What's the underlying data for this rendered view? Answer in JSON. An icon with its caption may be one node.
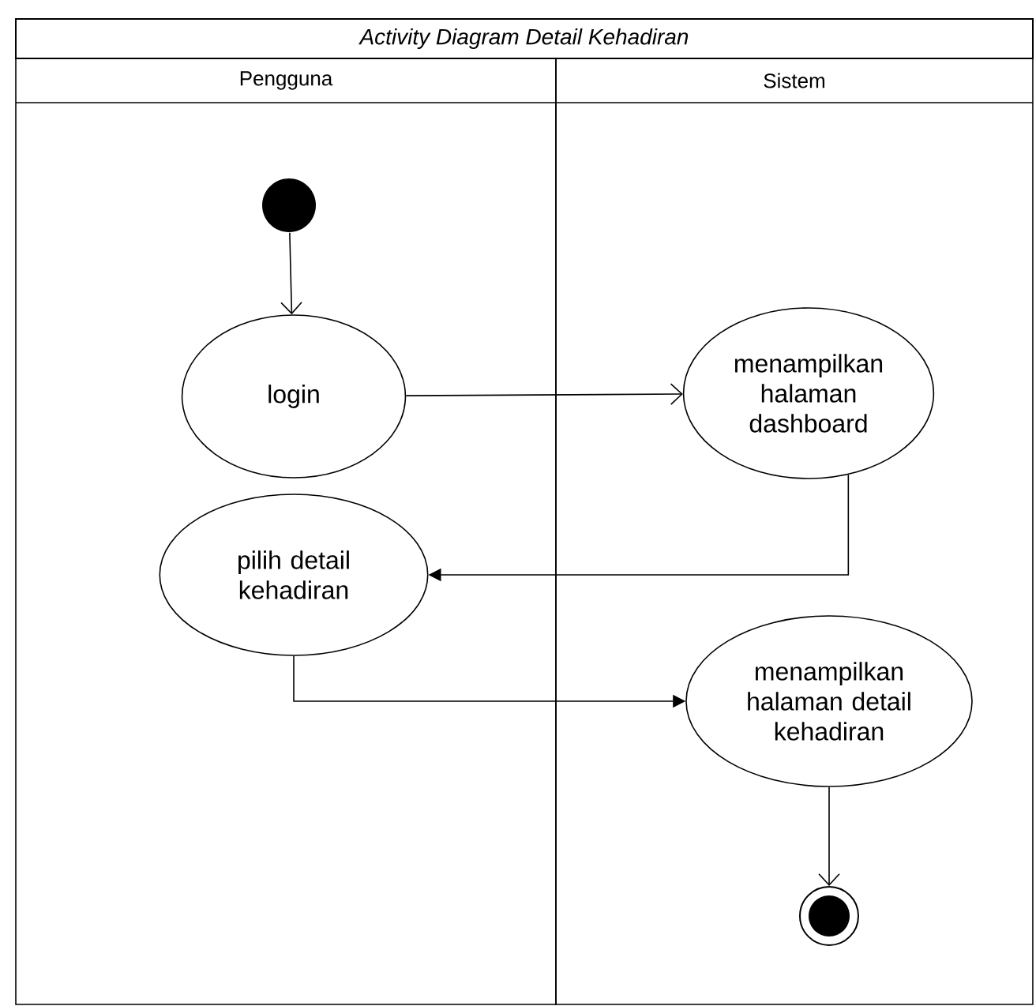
{
  "diagram": {
    "title": "Activity Diagram Detail Kehadiran",
    "nodes": [
      {
        "text": [
          "Pengguna"
        ]
      },
      {
        "text": [
          "Sistem"
        ]
      },
      {
        "text": [],
        "shape": "circle",
        "in": 0
      },
      {
        "text": [
          "login"
        ],
        "in": 0
      },
      {
        "text": [
          "menampilkan halaman dashboard"
        ],
        "in": 1
      },
      {
        "text": [
          "pilih detail kehadiran"
        ],
        "in": 0
      },
      {
        "text": [
          "menampilkan halaman detail kehadiran"
        ],
        "in": 1
      },
      {
        "text": [],
        "shape": "circle",
        "in": 1
      }
    ],
    "edges": [
      {
        "from": 2,
        "to": 3,
        "arrow": "to"
      },
      {
        "from": 3,
        "to": 4,
        "arrow": "to"
      },
      {
        "from": 4,
        "to": 5,
        "arrow": "to"
      },
      {
        "from": 5,
        "to": 6,
        "arrow": "to"
      },
      {
        "from": 6,
        "to": 7,
        "arrow": "to"
      }
    ]
  }
}
